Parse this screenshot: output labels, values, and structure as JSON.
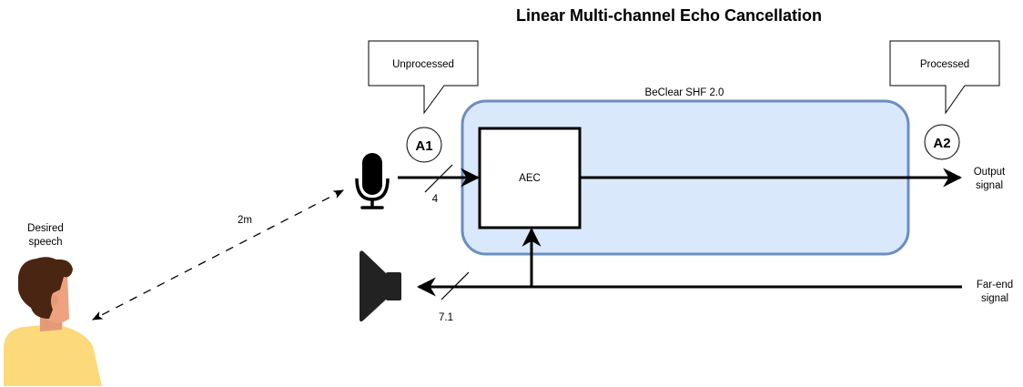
{
  "title": "Linear Multi-channel Echo Cancellation",
  "system": {
    "label": "BeClear SHF 2.0",
    "fill_color": "#dae8fc",
    "border_color": "#6c8ebf",
    "block": {
      "label": "AEC"
    }
  },
  "callouts": {
    "unprocessed": "Unprocessed",
    "processed": "Processed"
  },
  "taps": {
    "a1": "A1",
    "a2": "A2"
  },
  "channels": {
    "mic_count": "4",
    "speaker_config": "7.1"
  },
  "signals": {
    "output": [
      "Output",
      "signal"
    ],
    "far_end": [
      "Far-end",
      "signal"
    ]
  },
  "speaker_person": {
    "label": [
      "Desired",
      "speech"
    ],
    "distance": "2m",
    "hair_color": "#4a2511",
    "skin_color": "#eea27e",
    "shirt_color": "#fcd97a"
  },
  "icons": {
    "microphone": "microphone-icon",
    "loudspeaker": "loudspeaker-icon",
    "person": "person-icon"
  }
}
